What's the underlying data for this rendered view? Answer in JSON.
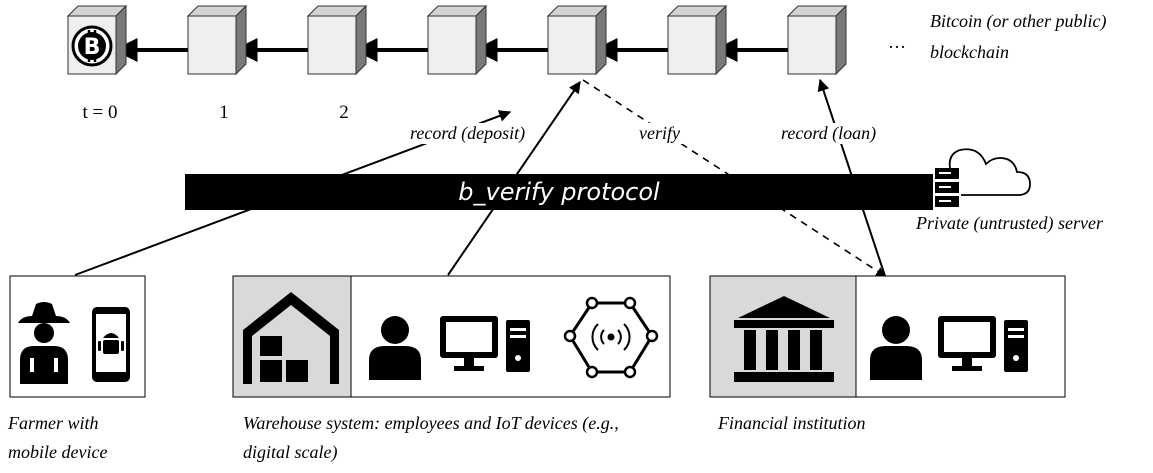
{
  "blockchain": {
    "label": "Bitcoin (or other public) blockchain",
    "ellipsis": "…",
    "time_labels": [
      "t = 0",
      "1",
      "2"
    ]
  },
  "arrows": {
    "record_deposit": "record (deposit)",
    "verify": "verify",
    "record_loan": "record (loan)"
  },
  "protocol": {
    "label": "b_verify protocol"
  },
  "server": {
    "label": "Private (untrusted) server"
  },
  "actors": {
    "farmer": "Farmer with mobile device",
    "warehouse": "Warehouse system: employees and IoT devices (e.g., digital scale)",
    "financial": "Financial institution"
  },
  "icons": [
    "bitcoin-icon",
    "server-icon",
    "cloud-icon",
    "farmer-icon",
    "android-phone-icon",
    "warehouse-icon",
    "person-icon",
    "desktop-computer-icon",
    "iot-sensor-icon",
    "bank-icon"
  ]
}
